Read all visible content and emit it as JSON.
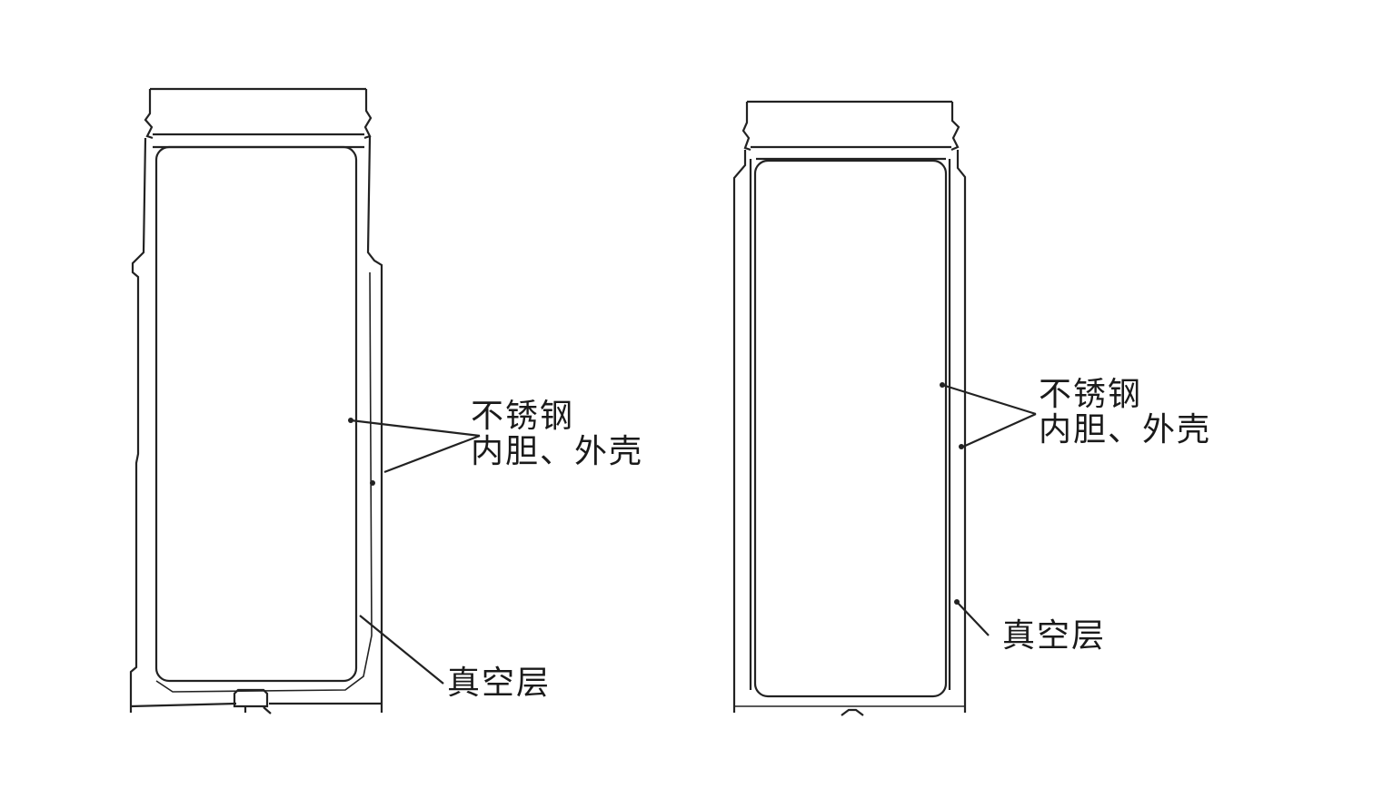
{
  "diagram": {
    "left_flask": {
      "label_material_line1": "不锈钢",
      "label_material_line2": "内胆、外壳",
      "label_vacuum": "真空层"
    },
    "right_flask": {
      "label_material_line1": "不锈钢",
      "label_material_line2": "内胆、外壳",
      "label_vacuum": "真空层"
    }
  }
}
